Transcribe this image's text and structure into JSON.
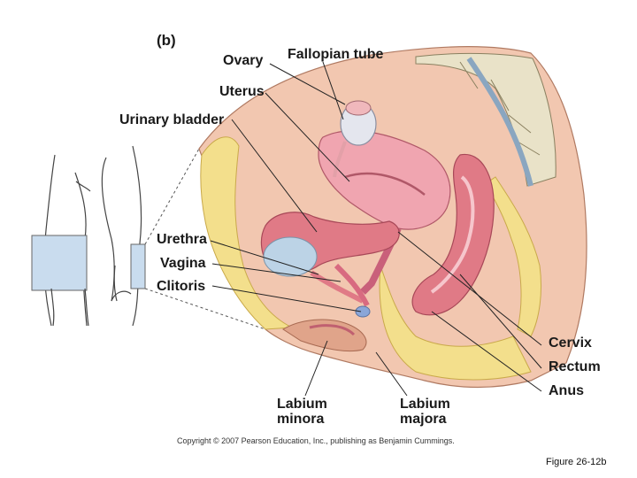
{
  "panel_label": "(b)",
  "labels": {
    "ovary": "Ovary",
    "fallopian_tube": "Fallopian tube",
    "uterus": "Uterus",
    "urinary_bladder": "Urinary bladder",
    "urethra": "Urethra",
    "vagina": "Vagina",
    "clitoris": "Clitoris",
    "cervix": "Cervix",
    "rectum": "Rectum",
    "anus": "Anus",
    "labium_minora": "Labium minora",
    "labium_majora": "Labium majora"
  },
  "copyright": "Copyright © 2007 Pearson Education, Inc., publishing as Benjamin Cummings.",
  "figure_caption": "Figure 26-12b",
  "colors": {
    "fat": "#f3df8c",
    "tissue": "#f2c7b0",
    "muscle": "#e07a86",
    "uterus": "#f0a5b0",
    "bladder": "#bcd3e6",
    "bone": "#e9e2c8",
    "inset_box": "#c9dcee"
  }
}
